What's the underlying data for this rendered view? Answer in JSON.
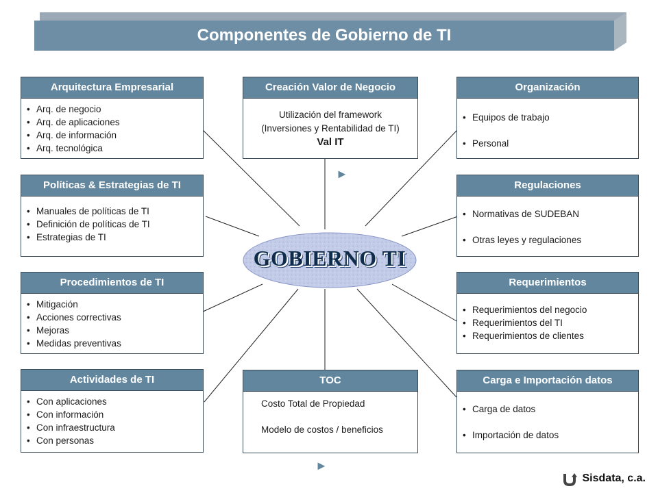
{
  "title": "Componentes de Gobierno de TI",
  "hub": {
    "label": "GOBIERNO TI"
  },
  "boxes": {
    "arquitectura": {
      "header": "Arquitectura Empresarial",
      "items": [
        "Arq. de negocio",
        "Arq. de aplicaciones",
        "Arq. de información",
        "Arq. tecnológica"
      ]
    },
    "creacion": {
      "header": "Creación  Valor de Negocio",
      "lines": [
        "Utilización del framework",
        "(Inversiones y Rentabilidad de TI)",
        "Val IT"
      ]
    },
    "organizacion": {
      "header": "Organización",
      "items": [
        "Equipos de trabajo",
        "Personal"
      ]
    },
    "politicas": {
      "header": "Políticas & Estrategias de TI",
      "items": [
        "Manuales de políticas de TI",
        "Definición de políticas de TI",
        "Estrategias de TI"
      ]
    },
    "regulaciones": {
      "header": "Regulaciones",
      "items": [
        "Normativas  de  SUDEBAN",
        "Otras leyes y regulaciones"
      ]
    },
    "procedimientos": {
      "header": "Procedimientos de TI",
      "items": [
        "Mitigación",
        "Acciones correctivas",
        "Mejoras",
        "Medidas preventivas"
      ]
    },
    "requerimientos": {
      "header": "Requerimientos",
      "items": [
        "Requerimientos  del  negocio",
        "Requerimientos  del  TI",
        "Requerimientos  de clientes"
      ]
    },
    "actividades": {
      "header": "Actividades de TI",
      "items": [
        "Con aplicaciones",
        "Con información",
        "Con infraestructura",
        "Con personas"
      ]
    },
    "toc": {
      "header": "TOC",
      "lines": [
        "Costo Total de  Propiedad",
        "Modelo de  costos / beneficios"
      ]
    },
    "carga": {
      "header": "Carga  e Importación datos",
      "items": [
        "Carga  de  datos",
        "Importación de datos"
      ]
    }
  },
  "footer": {
    "company": "Sisdata, c.a."
  },
  "colors": {
    "header": "#62869e",
    "banner": "#6e8ea6",
    "hub_fill": "#bcc6e6",
    "hub_shadow": "#2c4b7a"
  }
}
